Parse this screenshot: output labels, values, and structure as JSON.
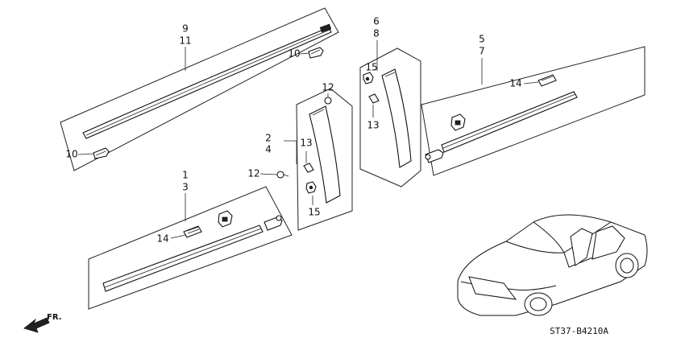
{
  "diagram_code": "ST37-B4210A",
  "direction_label": "FR.",
  "callouts": {
    "roof_top": "9",
    "roof_bottom": "11",
    "roof_clip_upper": "10",
    "roof_clip_lower": "10",
    "front_sash_top": "2",
    "front_sash_bottom": "4",
    "front_sash_clip_13": "13",
    "front_sash_screw": "12",
    "front_sash_clip_15": "15",
    "front_sash_screw_top": "12",
    "rear_sash_top": "6",
    "rear_sash_bottom": "8",
    "rear_sash_clip_15": "15",
    "rear_sash_clip_13": "13",
    "rear_door_top": "5",
    "rear_door_bottom": "7",
    "rear_door_clip": "14",
    "front_door_top": "1",
    "front_door_bottom": "3",
    "front_door_clip": "14"
  }
}
